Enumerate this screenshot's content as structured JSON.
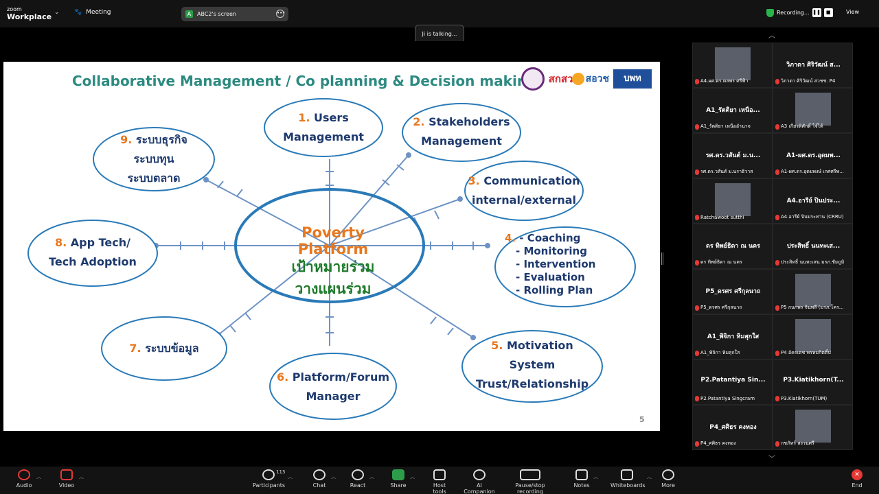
{
  "app": {
    "brand_line1": "zoom",
    "brand_line2": "Workplace",
    "meeting_label": "Meeting"
  },
  "share": {
    "badge": "A",
    "title": "ABC2's screen"
  },
  "recording": {
    "label": "Recording...",
    "view_label": "View"
  },
  "talking": "Ji is talking...",
  "slide": {
    "title": "Collaborative Management / Co planning & Decision making",
    "logo_b": "สกสว",
    "logo_c": "สอวช",
    "logo_d": "บพท",
    "center": {
      "title": "Poverty Platform",
      "sub1": "เป้าหมายร่วม",
      "sub2": "วางแผนร่วม"
    },
    "nodes": [
      {
        "num": "1.",
        "lines": [
          "Users",
          "Management"
        ]
      },
      {
        "num": "2.",
        "lines": [
          "Stakeholders",
          "Management"
        ]
      },
      {
        "num": "3.",
        "lines": [
          "Communication",
          "internal/external"
        ]
      },
      {
        "num": "4.",
        "lines": [
          "- Coaching",
          "- Monitoring",
          "- Intervention",
          "- Evaluation",
          "- Rolling Plan"
        ]
      },
      {
        "num": "5.",
        "lines": [
          "Motivation",
          "System",
          "Trust/Relationship"
        ]
      },
      {
        "num": "6.",
        "lines": [
          "Platform/Forum",
          "Manager"
        ]
      },
      {
        "num": "7.",
        "lines": [
          "ระบบข้อมูล"
        ]
      },
      {
        "num": "8.",
        "lines": [
          "App Tech/",
          "Tech Adoption"
        ]
      },
      {
        "num": "9.",
        "lines": [
          "ระบบธุรกิจ",
          "ระบบทุน",
          "ระบบตลาด"
        ]
      }
    ],
    "page_number": "5"
  },
  "participants_panel": [
    {
      "big": "",
      "caption": "A4.ผศ.ดร.ดลพร ศรีฟ้า",
      "video": true
    },
    {
      "big": "วิภาดา ศิริวัฒน์ ส...",
      "caption": "วิภาดา ศิริวัฒน์ สวชช. P4",
      "video": false
    },
    {
      "big": "A1_รัตติยา เหนือ...",
      "caption": "A1_รัตติยา เหนืออำนาจ",
      "video": false
    },
    {
      "big": "",
      "caption": "A3 เกียรติศักดิ์ ไจ้ได้",
      "video": true
    },
    {
      "big": "รศ.ดร.วสันต์ ม.น...",
      "caption": "รศ.ดร.วสันต์ ม.นราธิวาส",
      "video": false
    },
    {
      "big": "A1-ผศ.ดร.อุดมพ...",
      "caption": "A1-ผศ.ดร.อุดมพงษ์ เกศศรีพ...",
      "video": false
    },
    {
      "big": "",
      "caption": "Ratchawoot sutthi",
      "video": true
    },
    {
      "big": "A4.อารีย์ ปินประ...",
      "caption": "A4.อารีย์ ปินประทาน (CRRU)",
      "video": false
    },
    {
      "big": "ดร ทิพย์ธิดา ณ นคร",
      "caption": "ดร ทิพย์ธิดา ณ นคร",
      "video": false
    },
    {
      "big": "ประสิทธิ์ นนทะเส...",
      "caption": "ประสิทธิ์ นนทะเสน มรภ.ชัยภูมิ",
      "video": false
    },
    {
      "big": "P5_ดรศร ศรีกุลนาถ",
      "caption": "P5_ดรศร ศรีกุลนาถ",
      "video": false
    },
    {
      "big": "",
      "caption": "P5 กนกพร จินพลี (มรภ.โคร...",
      "video": true
    },
    {
      "big": "A1_พิจิกา หิมสุกใส",
      "caption": "A1_พิจิกา หิมสุกใส",
      "video": false
    },
    {
      "big": "",
      "caption": "P4 อัครเดช พรหมกิตติ์ป",
      "video": true
    },
    {
      "big": "P2.Patantiya Sin...",
      "caption": "P2.Patantiya Singcram",
      "video": false
    },
    {
      "big": "P3.Kiatikhorn(T...",
      "caption": "P3.Kiatikhorn(TUM)",
      "video": false
    },
    {
      "big": "P4_ศศิธร คงทอง",
      "caption": "P4_ศศิธร คงทอง",
      "video": false
    },
    {
      "big": "",
      "caption": "กชภัทร์ สงวนศรี",
      "video": true
    }
  ],
  "toolbar": {
    "audio": "Audio",
    "video": "Video",
    "participants": "Participants",
    "participants_count": "113",
    "chat": "Chat",
    "react": "React",
    "share": "Share",
    "host_tools": "Host tools",
    "ai_companion": "AI Companion",
    "pause_recording": "Pause/stop recording",
    "notes": "Notes",
    "whiteboards": "Whiteboards",
    "more": "More",
    "end": "End"
  }
}
